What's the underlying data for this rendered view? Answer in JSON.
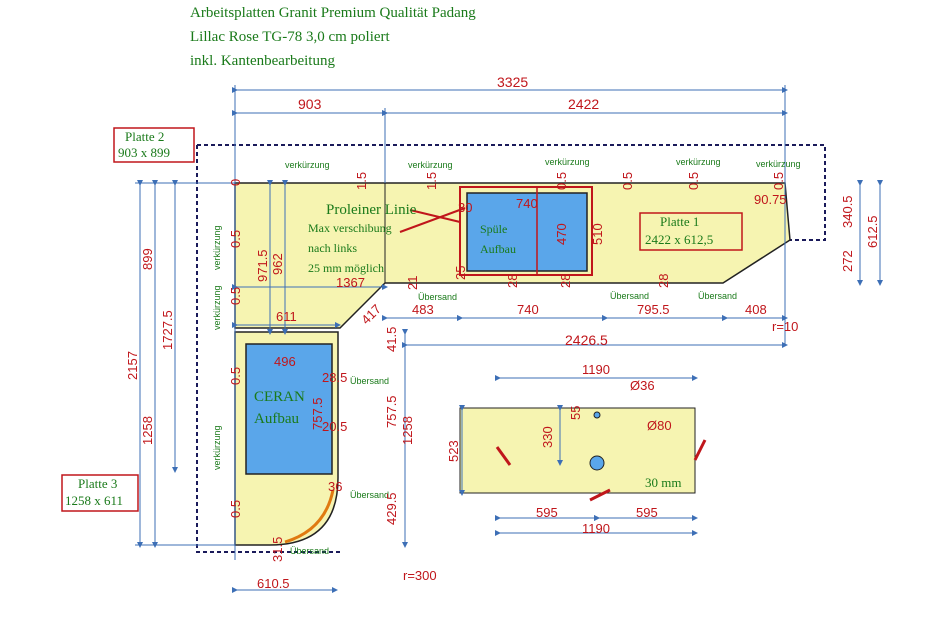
{
  "title": {
    "line1": "Arbeitsplatten Granit Premium Qualität Padang",
    "line2": "Lillac Rose TG-78 3,0 cm poliert",
    "line3": "inkl. Kantenbearbeitung"
  },
  "plates": [
    {
      "name": "Platte 2",
      "size": "903 x 899"
    },
    {
      "name": "Platte 1",
      "size": "2422 x 612,5"
    },
    {
      "name": "Platte 3",
      "size": "1258 x 611"
    }
  ],
  "labels": {
    "proleiner": "Proleiner Linie",
    "max1": "Max verschibung",
    "max2": "nach links",
    "max3": "25 mm möglich",
    "spuele1": "Spüle",
    "spuele2": "Aufbau",
    "ceran1": "CERAN",
    "ceran2": "Aufbau",
    "thickness": "30 mm",
    "verkuerzung": "verkürzung",
    "uebersand": "Übersand"
  },
  "dimensions": {
    "total_width": "3325",
    "left_width": "903",
    "right_width": "2422",
    "d0": "0",
    "d15a": "1.5",
    "d15b": "1.5",
    "d05a": "0.5",
    "d05b": "0.5",
    "d05c": "0.5",
    "d05d": "0.5",
    "d05e": "0.5",
    "d9075": "90.75",
    "d3405": "340.5",
    "d6125": "612.5",
    "d272": "272",
    "d899": "899",
    "d9715": "971.5",
    "d962": "962",
    "d17275": "1727.5",
    "d2157": "2157",
    "d1258a": "1258",
    "d1258b": "1258",
    "d1367": "1367",
    "d611": "611",
    "d417": "417",
    "d483": "483",
    "d740a": "740",
    "d740b": "740",
    "d7955": "795.5",
    "d408": "408",
    "r10": "r=10",
    "d24265": "2426.5",
    "d496": "496",
    "d7575a": "757.5",
    "d7575b": "757.5",
    "d415": "41.5",
    "d4295": "429.5",
    "d285": "28.5",
    "d205": "20.5",
    "d6105": "610.5",
    "r300": "r=300",
    "d315": "31.5",
    "d36": "36",
    "d470": "470",
    "d510": "510",
    "d30": "30",
    "d25": "25",
    "d21": "21",
    "d28a": "28",
    "d28b": "28",
    "d28c": "28",
    "d1190a": "1190",
    "d1190b": "1190",
    "d595a": "595",
    "d595b": "595",
    "d523": "523",
    "d330": "330",
    "d55": "55",
    "o36": "Ø36",
    "o80": "Ø80"
  },
  "colors": {
    "slab": "#f6f4b1",
    "sink": "#5aa6ea",
    "dimension": "#c0161b",
    "text_green": "#1a7a1a",
    "dim_line": "#3d6fb6"
  }
}
